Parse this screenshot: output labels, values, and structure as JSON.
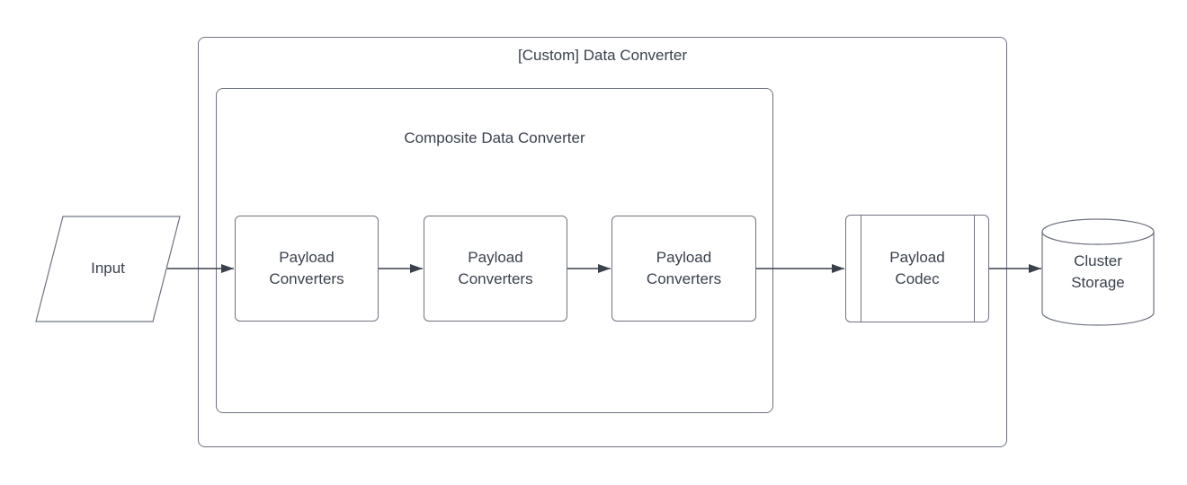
{
  "diagram": {
    "outer_container": {
      "label": "[Custom] Data Converter"
    },
    "inner_container": {
      "label": "Composite Data Converter"
    },
    "input_node": {
      "label": "Input"
    },
    "converter_nodes": [
      {
        "label_line1": "Payload",
        "label_line2": "Converters"
      },
      {
        "label_line1": "Payload",
        "label_line2": "Converters"
      },
      {
        "label_line1": "Payload",
        "label_line2": "Converters"
      }
    ],
    "codec_node": {
      "label_line1": "Payload",
      "label_line2": "Codec"
    },
    "storage_node": {
      "label_line1": "Cluster",
      "label_line2": "Storage"
    },
    "connectors": [
      {
        "from": "input",
        "to": "payload-converters-1"
      },
      {
        "from": "payload-converters-1",
        "to": "payload-converters-2"
      },
      {
        "from": "payload-converters-2",
        "to": "payload-converters-3"
      },
      {
        "from": "payload-converters-3",
        "to": "payload-codec"
      },
      {
        "from": "payload-codec",
        "to": "cluster-storage"
      }
    ],
    "colors": {
      "background": "#ffffff",
      "shape_border": "#6e7380",
      "connector": "#3a414d",
      "text": "#3a414d"
    }
  }
}
